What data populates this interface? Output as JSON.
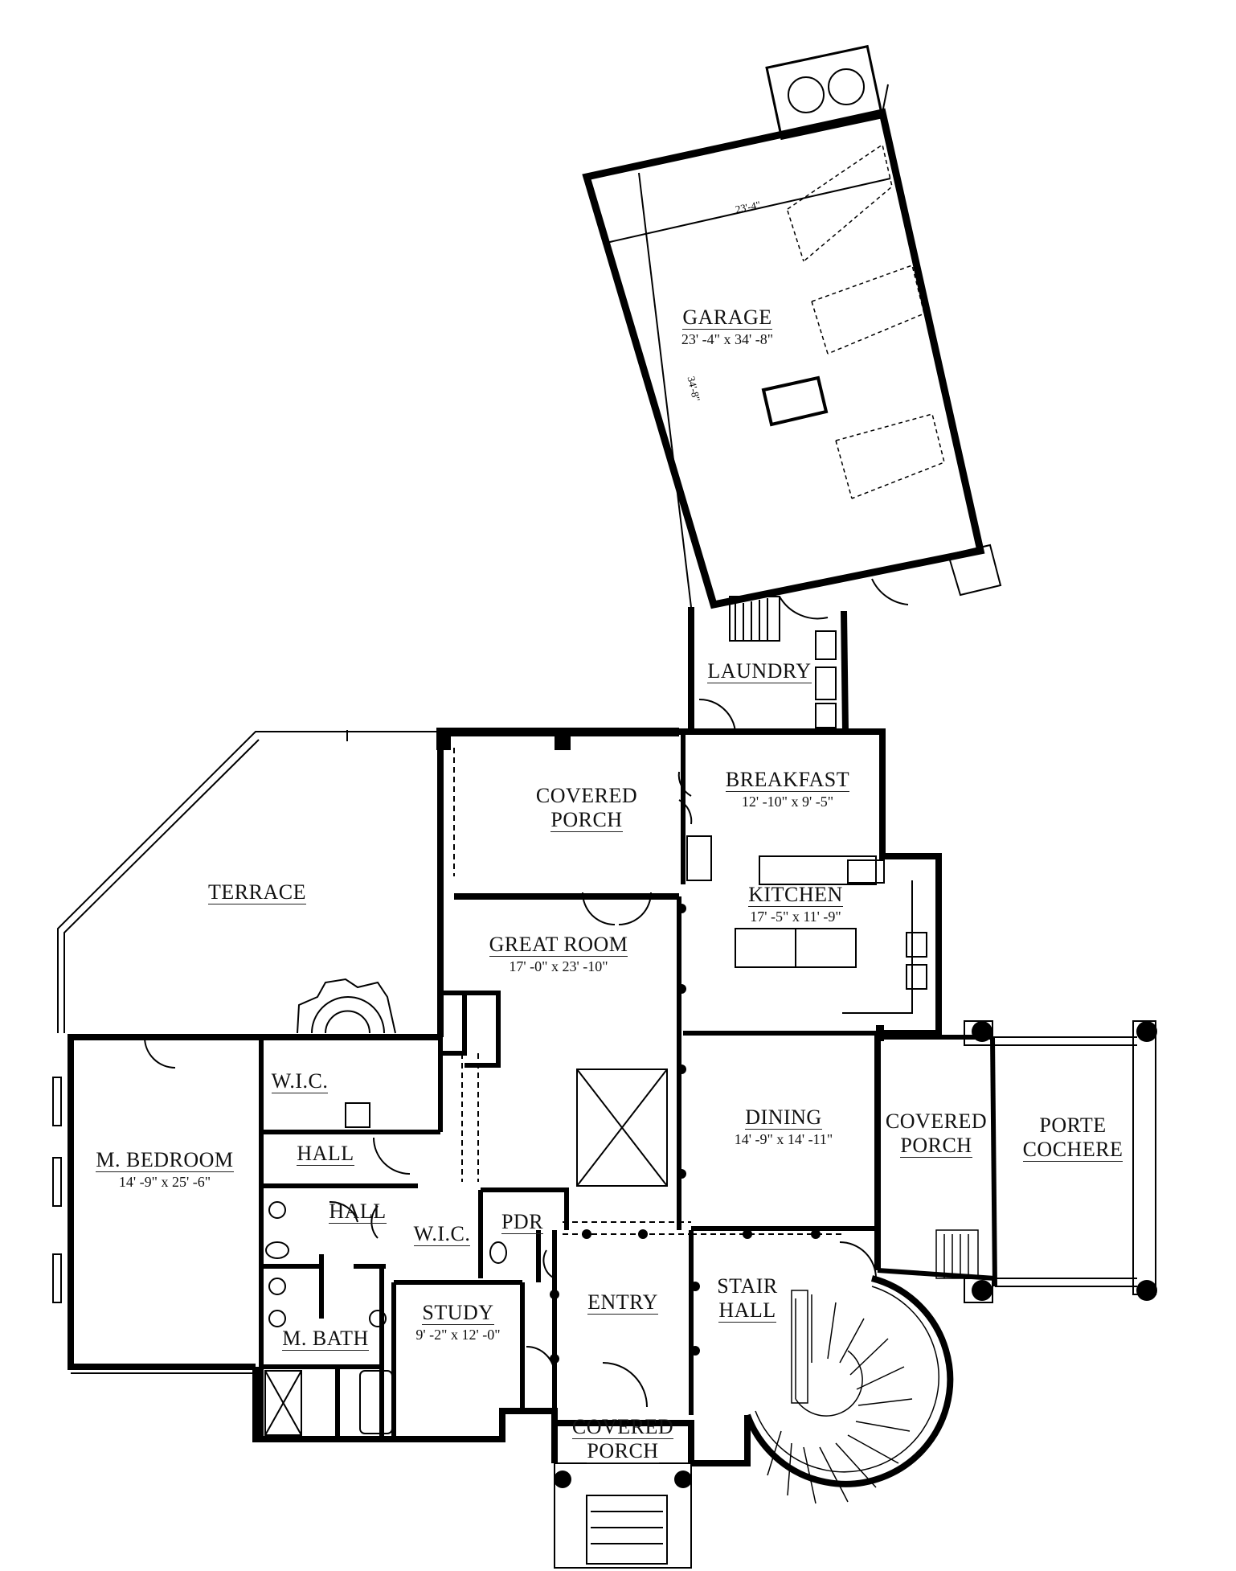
{
  "rooms": {
    "garage": {
      "name": "GARAGE",
      "dims": "23' -4\" x 34' -8\""
    },
    "garage_width_note": "23'-4\"",
    "garage_depth_note": "34'-8\"",
    "laundry": {
      "name": "LAUNDRY"
    },
    "breakfast": {
      "name": "BREAKFAST",
      "dims": "12' -10\" x 9' -5\""
    },
    "covered_porch_rear": {
      "name_line1": "COVERED",
      "name_line2": "PORCH"
    },
    "terrace": {
      "name": "TERRACE"
    },
    "kitchen": {
      "name": "KITCHEN",
      "dims": "17' -5\" x 11' -9\""
    },
    "great_room": {
      "name": "GREAT ROOM",
      "dims": "17' -0\" x 23' -10\""
    },
    "wic_master": {
      "name": "W.I.C."
    },
    "m_bedroom": {
      "name": "M. BEDROOM",
      "dims": "14' -9\" x 25' -6\""
    },
    "hall_upper": {
      "name": "HALL"
    },
    "hall_lower": {
      "name": "HALL"
    },
    "wic_lower": {
      "name": "W.I.C."
    },
    "pdr": {
      "name": "PDR"
    },
    "dining": {
      "name": "DINING",
      "dims": "14' -9\" x 14' -11\""
    },
    "covered_porch_side": {
      "name_line1": "COVERED",
      "name_line2": "PORCH"
    },
    "porte_cochere": {
      "name_line1": "PORTE",
      "name_line2": "COCHERE"
    },
    "study": {
      "name": "STUDY",
      "dims": "9' -2\" x 12' -0\""
    },
    "m_bath": {
      "name": "M. BATH"
    },
    "entry": {
      "name": "ENTRY"
    },
    "stair_hall": {
      "name_line1": "STAIR",
      "name_line2": "HALL"
    },
    "covered_porch_front": {
      "name_line1": "COVERED",
      "name_line2": "PORCH"
    }
  }
}
